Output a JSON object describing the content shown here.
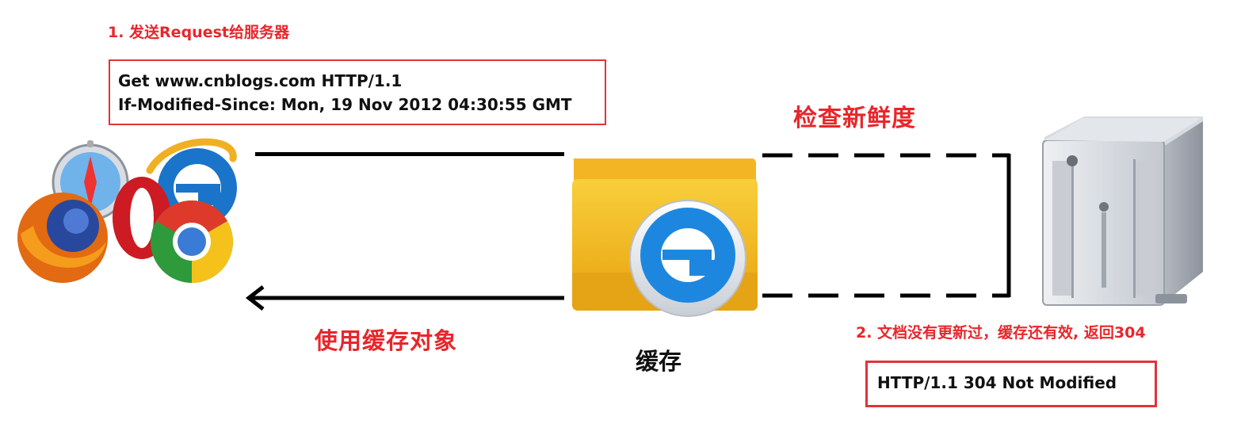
{
  "step1": {
    "text": "1. 发送Request给服务器"
  },
  "request": {
    "line1": "Get www.cnblogs.com HTTP/1.1",
    "line2": "If-Modified-Since: Mon, 19 Nov 2012 04:30:55 GMT"
  },
  "check_label": "检查新鲜度",
  "use_cache_label": "使用缓存对象",
  "cache_label": "缓存",
  "step2": {
    "text": "2. 文档没有更新过，缓存还有效, 返回304"
  },
  "response": {
    "line1": "HTTP/1.1 304 Not Modified"
  },
  "colors": {
    "accent_red": "#e8262b",
    "arrow": "#000000",
    "folder": "#f2b21c",
    "ie_blue": "#1e88d8"
  },
  "icons": {
    "browsers": "browsers-icon",
    "cache": "ie-cache-folder-icon",
    "server": "server-icon"
  }
}
